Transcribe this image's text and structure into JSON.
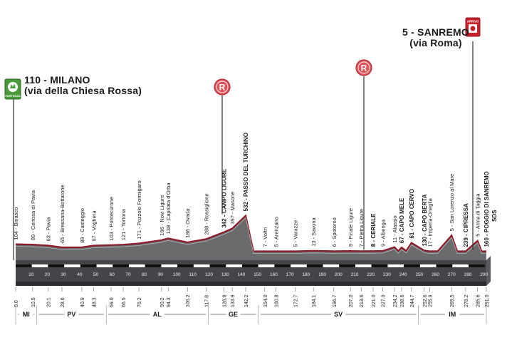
{
  "start": {
    "label": "110 - MILANO",
    "sublabel": "(via della Chiesa Rossa)",
    "icon_text": "PARTENZA"
  },
  "finish": {
    "label": "5 - SANREMO",
    "sublabel": "(via Roma)",
    "icon_text": "ARRIVO"
  },
  "sprint_markers": [
    {
      "letter": "R"
    },
    {
      "letter": "R"
    }
  ],
  "end_marker": "SDS",
  "places": [
    {
      "text": "104 - Binasco"
    },
    {
      "text": "89 - Certosa di Pavia"
    },
    {
      "text": "63 - Pavia"
    },
    {
      "text": "65 - Bressana-Bottarone"
    },
    {
      "text": "89 - Casteggio"
    },
    {
      "text": "97 - Voghera"
    },
    {
      "text": "103 - Pontecurone"
    },
    {
      "text": "121 - Tortona"
    },
    {
      "text": "171 - Pozzolo Formigaro"
    },
    {
      "text": "196 - Novi Ligure"
    },
    {
      "text": "138 - Capriata d'Orba"
    },
    {
      "text": "186 - Ovada"
    },
    {
      "text": "288 - Rossiglione"
    },
    {
      "text": "342 - CAMPO LIGURE"
    },
    {
      "text": "397 - Masone"
    },
    {
      "text": "532 - PASSO DEL TURCHINO"
    },
    {
      "text": "7 - Voltri"
    },
    {
      "text": "5 - Arenzano"
    },
    {
      "text": "5 - Varazze"
    },
    {
      "text": "13 - Savona"
    },
    {
      "text": "6 - Spotorno"
    },
    {
      "text": "9 - Finale Ligure"
    },
    {
      "text": "7 - Pietra Ligure"
    },
    {
      "text": "8 - CERIALE"
    },
    {
      "text": "9 - Albenga"
    },
    {
      "text": "11 - Alassio"
    },
    {
      "text": "67 - CAPO MELE"
    },
    {
      "text": "61 - CAPO CERVO"
    },
    {
      "text": "130 - CAPO BERTA"
    },
    {
      "text": "17 - Imperia-Oneglia"
    },
    {
      "text": "5 - San Lorenzo al Mare"
    },
    {
      "text": "239 - CIPRESSA"
    },
    {
      "text": "5 - Arma di Taggia"
    },
    {
      "text": "160 - POGGIO DI SANREMO"
    }
  ],
  "distances": [
    "0.0",
    "10.5",
    "20.1",
    "28.6",
    "40.9",
    "48.3",
    "59.0",
    "66.5",
    "76.2",
    "90.2",
    "94.3",
    "106.2",
    "117.8",
    "128.8",
    "133.9",
    "142.2",
    "154.0",
    "160.8",
    "172.7",
    "184.1",
    "196.7",
    "207.0",
    "213.6",
    "221.0",
    "227.0",
    "234.2",
    "238.6",
    "244.7",
    "252.6",
    "255.9",
    "269.5",
    "278.2",
    "285.6",
    "291.0"
  ],
  "km_ticks": [
    "10",
    "20",
    "30",
    "40",
    "50",
    "60",
    "70",
    "80",
    "90",
    "100",
    "110",
    "120",
    "130",
    "140",
    "150",
    "160",
    "170",
    "180",
    "190",
    "200",
    "210",
    "220",
    "230",
    "240",
    "250",
    "260",
    "270",
    "280",
    "290"
  ],
  "regions": [
    "MI",
    "PV",
    "AL",
    "GE",
    "SV",
    "IM"
  ],
  "chart_data": {
    "type": "area",
    "title": "",
    "xlabel": "",
    "ylabel": "",
    "xlim": [
      0,
      291
    ],
    "x": [
      0,
      10.5,
      20.1,
      28.6,
      40.9,
      48.3,
      59.0,
      66.5,
      76.2,
      90.2,
      94.3,
      106.2,
      117.8,
      128.8,
      133.9,
      142.2,
      147,
      154.0,
      160.8,
      172.7,
      184.1,
      196.7,
      207.0,
      213.6,
      221.0,
      224,
      227.0,
      234.2,
      236.5,
      238.6,
      241.5,
      244.7,
      252.6,
      255.9,
      261,
      269.5,
      273,
      278.2,
      285.6,
      288,
      291.0
    ],
    "y": [
      110,
      104,
      89,
      63,
      65,
      89,
      97,
      103,
      121,
      171,
      196,
      138,
      186,
      288,
      342,
      532,
      7,
      5,
      5,
      5,
      13,
      6,
      9,
      7,
      8,
      9,
      11,
      67,
      10,
      61,
      12,
      130,
      17,
      5,
      8,
      239,
      5,
      5,
      160,
      5,
      5
    ]
  }
}
